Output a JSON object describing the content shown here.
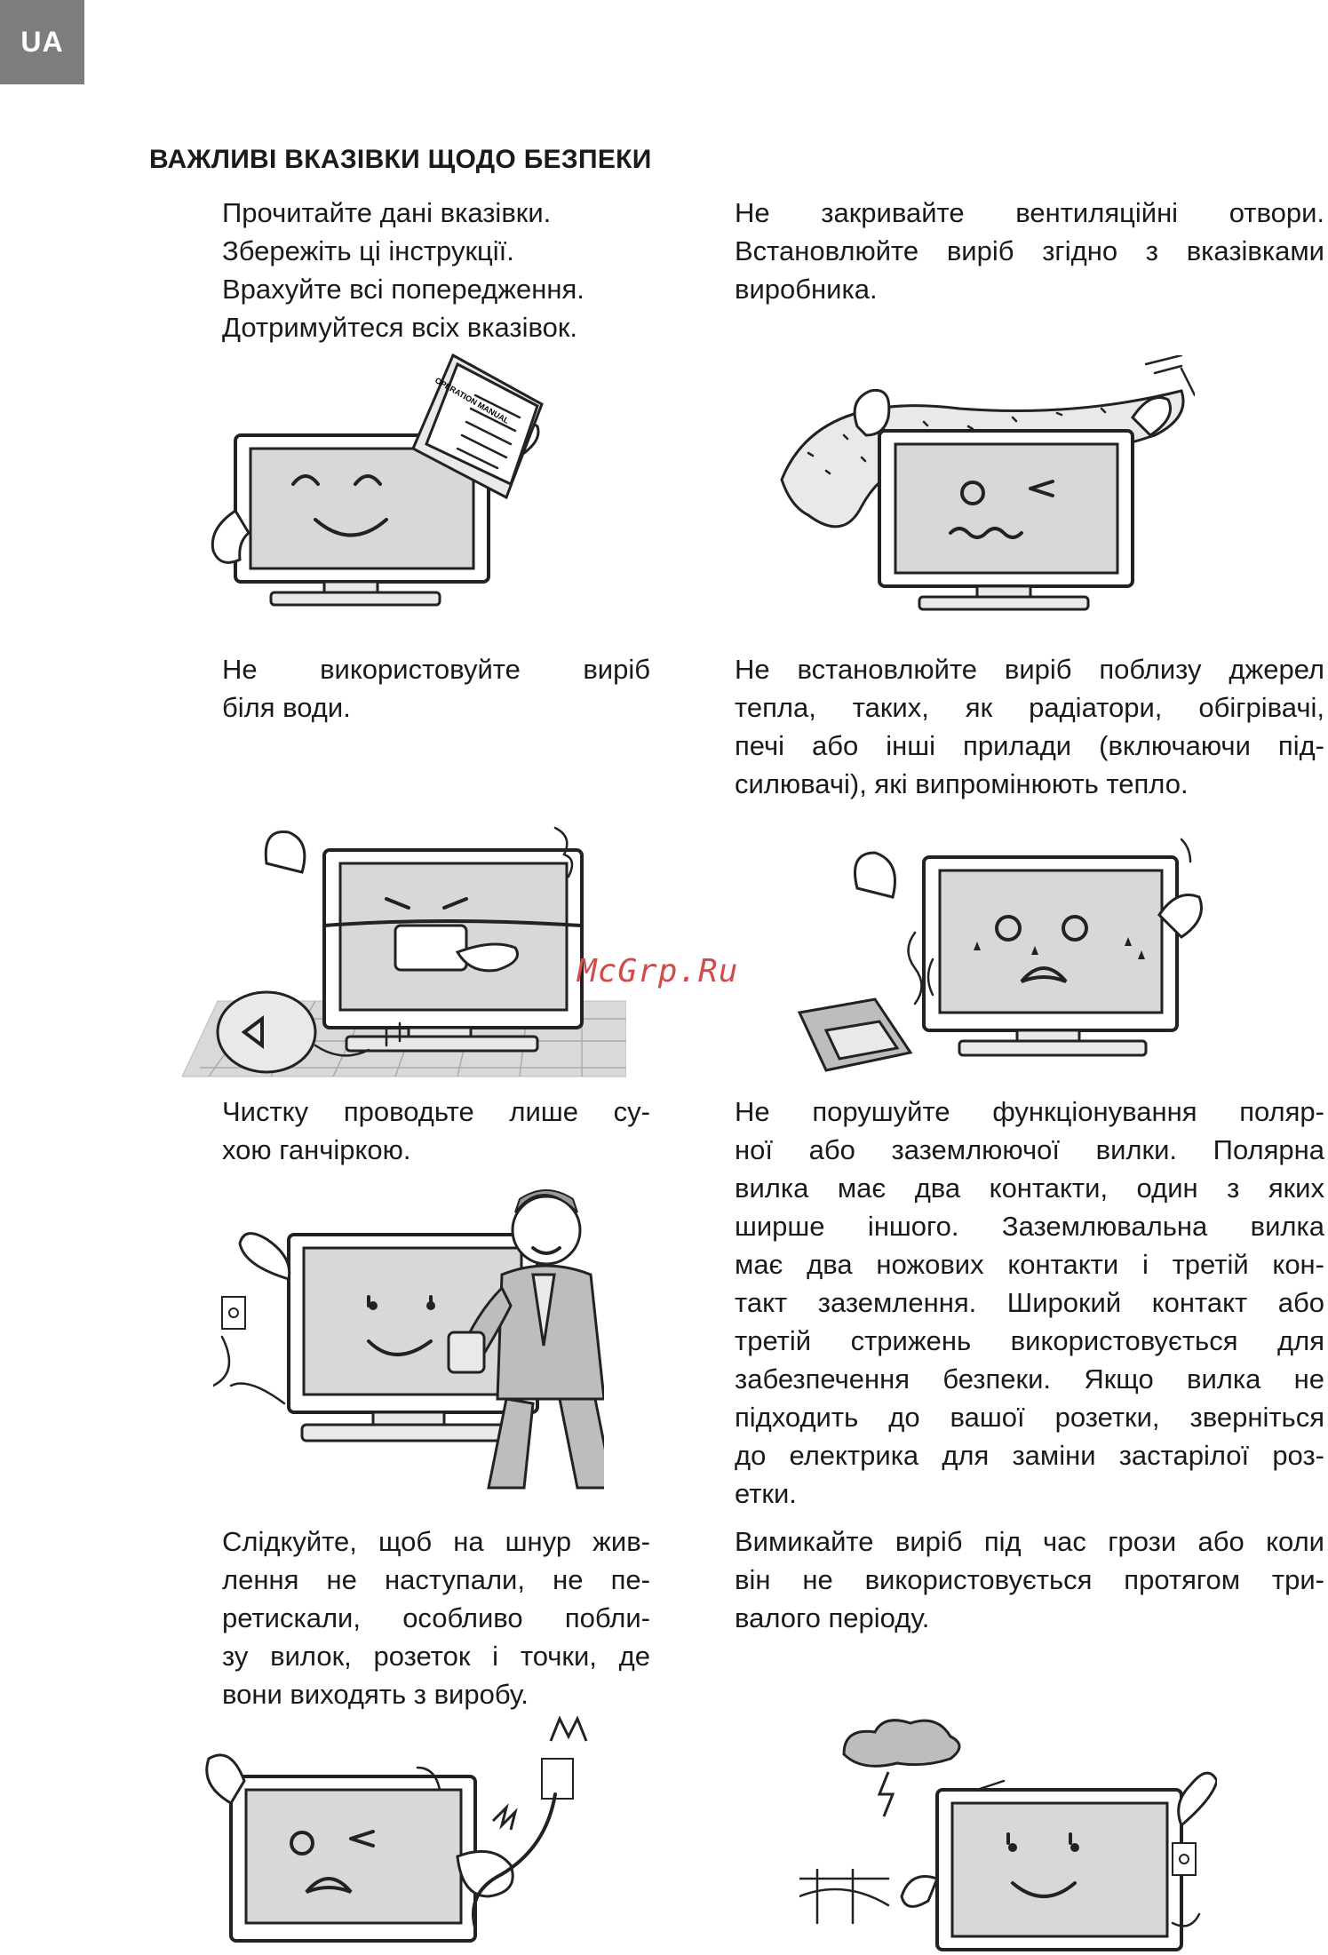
{
  "page": {
    "lang_tab": "UA",
    "heading": "ВАЖЛИВІ ВКАЗІВКИ ЩОДО БЕЗПЕКИ",
    "watermark": "McGrp.Ru"
  },
  "blocks": {
    "read": {
      "lines": [
        "Прочитайте дані вказівки.",
        "Збережіть ці інструкції.",
        "Врахуйте всі попередження.",
        "Дотримуйтеся всіх вказівок."
      ],
      "manual_label": "OPERATION MANUAL"
    },
    "vent": {
      "lines": [
        "Не закривайте вентиляційні отвори.",
        "Встановлюйте виріб згідно з вказівками",
        "виробника."
      ]
    },
    "water": {
      "lines": [
        "Не використовуйте виріб",
        "біля води."
      ]
    },
    "heat": {
      "lines": [
        "Не встановлюйте виріб поблизу джерел",
        "тепла, таких, як радіатори, обігрівачі,",
        "печі або інші прилади (включаючи під-",
        "силювачі), які випромінюють тепло."
      ]
    },
    "clean": {
      "lines": [
        "Чистку проводьте лише су-",
        "хою ганчіркою."
      ]
    },
    "plug": {
      "lines": [
        "Не порушуйте функціонування поляр-",
        "ної або заземлюючої вилки. Полярна",
        "вилка має два контакти, один з яких",
        "ширше іншого. Заземлювальна вилка",
        "має два ножових контакти і третій кон-",
        "такт заземлення. Широкий контакт або",
        "третій стрижень використовується для",
        "забезпечення безпеки. Якщо вилка не",
        "підходить до вашої розетки, зверніться",
        "до електрика для заміни застарілої роз-",
        "етки."
      ]
    },
    "cord": {
      "lines": [
        "Слідкуйте, щоб на шнур жив-",
        "лення не наступали, не пе-",
        "ретискали, особливо побли-",
        "зу вилок, розеток і точки, де",
        "вони виходять з виробу."
      ]
    },
    "storm": {
      "lines": [
        "Вимикайте виріб під час грози або коли",
        "він не використовується протягом три-",
        "валого періоду."
      ]
    }
  }
}
